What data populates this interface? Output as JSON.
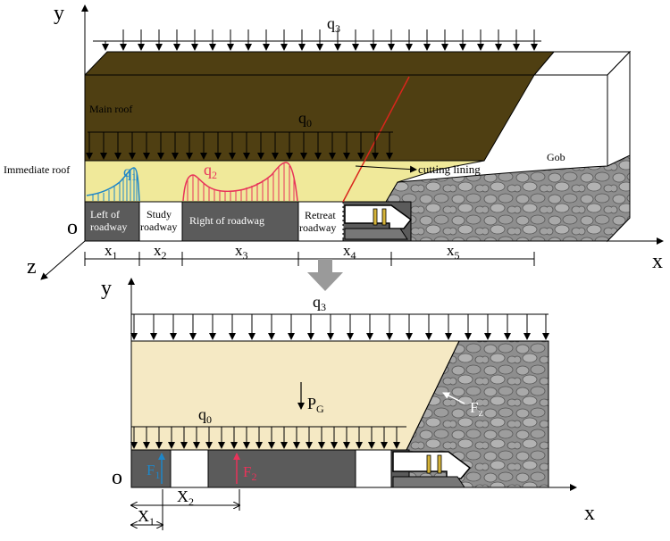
{
  "top": {
    "axes": {
      "y": "y",
      "x": "x",
      "z": "z",
      "origin": "o"
    },
    "loads": {
      "q3": {
        "base": "q",
        "sub": "3"
      },
      "q0": {
        "base": "q",
        "sub": "0"
      },
      "q1": {
        "base": "q",
        "sub": "1"
      },
      "q2": {
        "base": "q",
        "sub": "2"
      }
    },
    "labels": {
      "main_roof": "Main roof",
      "immediate_roof": "Immediate roof",
      "gob": "Gob",
      "cutting_lining": "cutting lining",
      "left_roadway_1": "Left of",
      "left_roadway_2": "roadway",
      "study_roadway_1": "Study",
      "study_roadway_2": "roadway",
      "right_roadway": "Right of roadwag",
      "retreat_roadway_1": "Retreat",
      "retreat_roadway_2": "roadway"
    },
    "dims": [
      {
        "base": "x",
        "sub": "1"
      },
      {
        "base": "x",
        "sub": "2"
      },
      {
        "base": "x",
        "sub": "3"
      },
      {
        "base": "x",
        "sub": "4"
      },
      {
        "base": "x",
        "sub": "5"
      }
    ]
  },
  "bottom": {
    "axes": {
      "y": "y",
      "x": "x",
      "origin": "o"
    },
    "loads": {
      "q3": {
        "base": "q",
        "sub": "3"
      },
      "q0": {
        "base": "q",
        "sub": "0"
      },
      "pg": {
        "base": "P",
        "sub": "G"
      }
    },
    "forces": {
      "f1": {
        "base": "F",
        "sub": "1"
      },
      "f2": {
        "base": "F",
        "sub": "2"
      },
      "fz": {
        "base": "F",
        "sub": "z"
      }
    },
    "dims": {
      "X2": {
        "base": "X",
        "sub": "2"
      },
      "X1": {
        "base": "X",
        "sub": "1"
      }
    }
  },
  "colors": {
    "main_roof": "#4f3f12",
    "immediate_roof": "#f0e99a",
    "beam_bottom": "#f5e9c4",
    "coal_pillar": "#5b5b5b",
    "gob_rock": "#8e8e8e",
    "q1_curve": "#1e86c8",
    "q2_curve": "#e8335a",
    "cut_line": "#d9261c",
    "arrow_gray": "#9a9a9a"
  }
}
